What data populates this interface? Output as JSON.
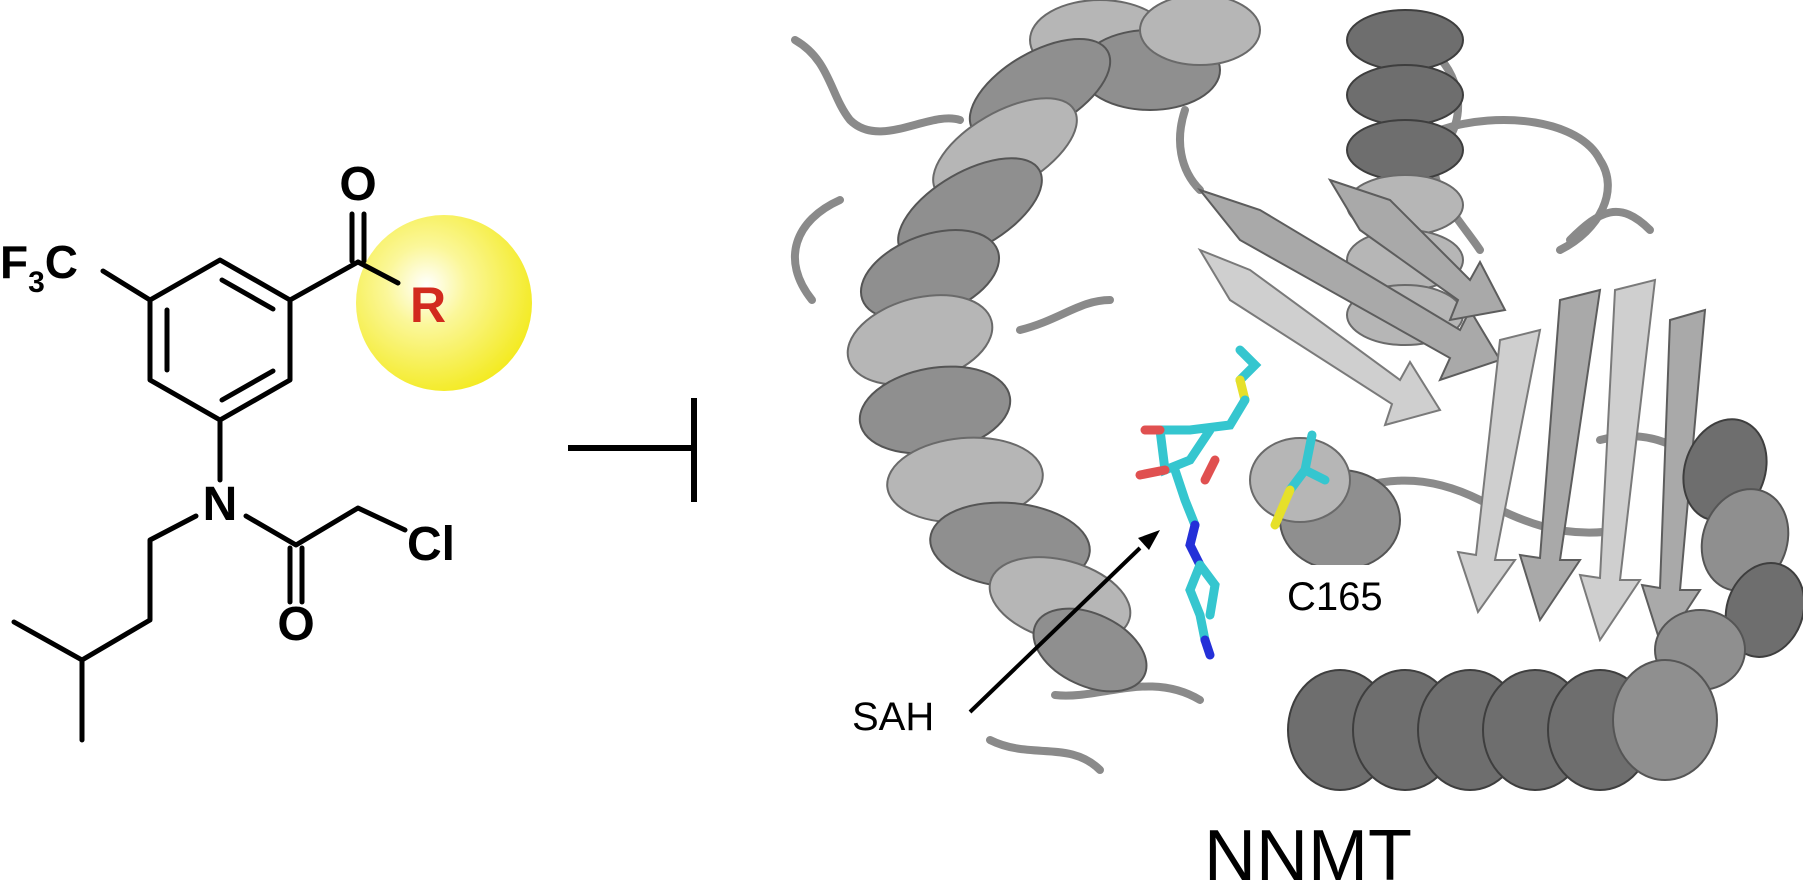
{
  "molecule": {
    "atoms": {
      "O_top": "O",
      "F3C_F": "F",
      "F3C_sub": "3",
      "F3C_C": "C",
      "R": "R",
      "N": "N",
      "Cl": "Cl",
      "O_bottom": "O"
    }
  },
  "protein": {
    "labels": {
      "sah": "SAH",
      "c165": "C165",
      "name": "NNMT"
    }
  },
  "colors": {
    "highlight": "#f5ef2a",
    "r_group": "#d22a1e",
    "carbon": "#35c6cf",
    "nitrogen": "#2430d8",
    "oxygen": "#e05050",
    "sulfur": "#e6e02a",
    "protein": "#8f8f8f"
  }
}
